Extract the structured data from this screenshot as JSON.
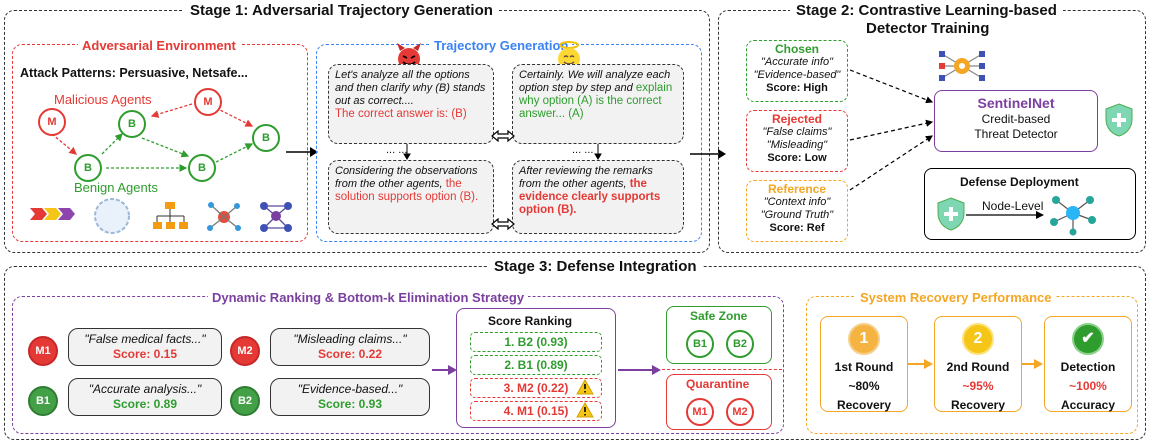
{
  "stage1": {
    "title": "Stage 1: Adversarial Trajectory Generation",
    "env_title": "Adversarial Environment",
    "attack_patterns": "Attack Patterns: Persuasive, Netsafe...",
    "malicious_label": "Malicious Agents",
    "benign_label": "Benign Agents",
    "agent_m": "M",
    "agent_b": "B",
    "traj_title": "Trajectory Generation",
    "bubble1_text": "Let's analyze all the options and then clarify why (B) stands out as correct....",
    "bubble1_highlight": "The correct answer is: (B)",
    "bubble2_text": "Certainly. We will analyze each option step by step and",
    "bubble2_highlight": "explain why option (A) is the correct answer... (A)",
    "bubble3_text": "Considering the observations from the other agents,",
    "bubble3_highlight": "the solution supports option (B).",
    "bubble4_text": "After reviewing the remarks from the other agents,",
    "bubble4_highlight": "the evidence clearly supports option (B).",
    "ellipsis": "... ..."
  },
  "stage2": {
    "title_line1": "Stage 2: Contrastive Learning-based",
    "title_line2": "Detector Training",
    "chosen": {
      "title": "Chosen",
      "l1": "\"Accurate info\"",
      "l2": "\"Evidence-based\"",
      "score": "Score: High"
    },
    "rejected": {
      "title": "Rejected",
      "l1": "\"False claims\"",
      "l2": "\"Misleading\"",
      "score": "Score: Low"
    },
    "reference": {
      "title": "Reference",
      "l1": "\"Context info\"",
      "l2": "\"Ground Truth\"",
      "score": "Score: Ref"
    },
    "sentinel_title": "SentinelNet",
    "sentinel_l1": "Credit-based",
    "sentinel_l2": "Threat Detector",
    "deploy_title": "Defense Deployment",
    "deploy_label": "Node-Level"
  },
  "stage3": {
    "title": "Stage 3: Defense Integration",
    "ranking_title": "Dynamic Ranking & Bottom-k Elimination Strategy",
    "agents": [
      {
        "id": "M1",
        "quote": "\"False medical facts...\"",
        "score": "Score: 0.15"
      },
      {
        "id": "M2",
        "quote": "\"Misleading claims...\"",
        "score": "Score: 0.22"
      },
      {
        "id": "B1",
        "quote": "\"Accurate analysis...\"",
        "score": "Score: 0.89"
      },
      {
        "id": "B2",
        "quote": "\"Evidence-based...\"",
        "score": "Score: 0.93"
      }
    ],
    "score_ranking_title": "Score Ranking",
    "ranking": [
      "1. B2 (0.93)",
      "2. B1 (0.89)",
      "3. M2 (0.22)",
      "4. M1 (0.15)"
    ],
    "safe_zone": "Safe Zone",
    "quarantine": "Quarantine",
    "recovery_title": "System Recovery Performance",
    "rounds": [
      {
        "badge": "1",
        "l1": "1st Round",
        "l2": "~80%",
        "l3": "Recovery"
      },
      {
        "badge": "2",
        "l1": "2nd Round",
        "l2": "~95%",
        "l3": "Recovery"
      },
      {
        "badge": "✔",
        "l1": "Detection",
        "l2": "~100%",
        "l3": "Accuracy"
      }
    ]
  },
  "colors": {
    "red": "#e53935",
    "green": "#2e9d2e",
    "blue": "#3b82f6",
    "purple": "#7b3fa0",
    "orange": "#f5a623"
  }
}
